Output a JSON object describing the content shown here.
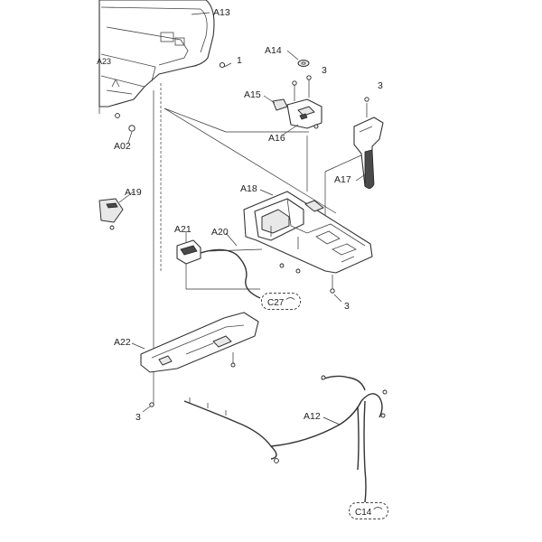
{
  "labels": {
    "A13": "A13",
    "A14": "A14",
    "A15": "A15",
    "A16": "A16",
    "A17": "A17",
    "A18": "A18",
    "A19": "A19",
    "A20": "A20",
    "A21": "A21",
    "A22": "A22",
    "A12": "A12",
    "A02": "A02",
    "A23": "A23",
    "screw_1": "1",
    "screw_3a": "3",
    "screw_3b": "3",
    "screw_3c": "3",
    "screw_3d": "3"
  },
  "connectors": {
    "C27": "C27",
    "C14": "C14",
    "arrow": "⌒"
  }
}
